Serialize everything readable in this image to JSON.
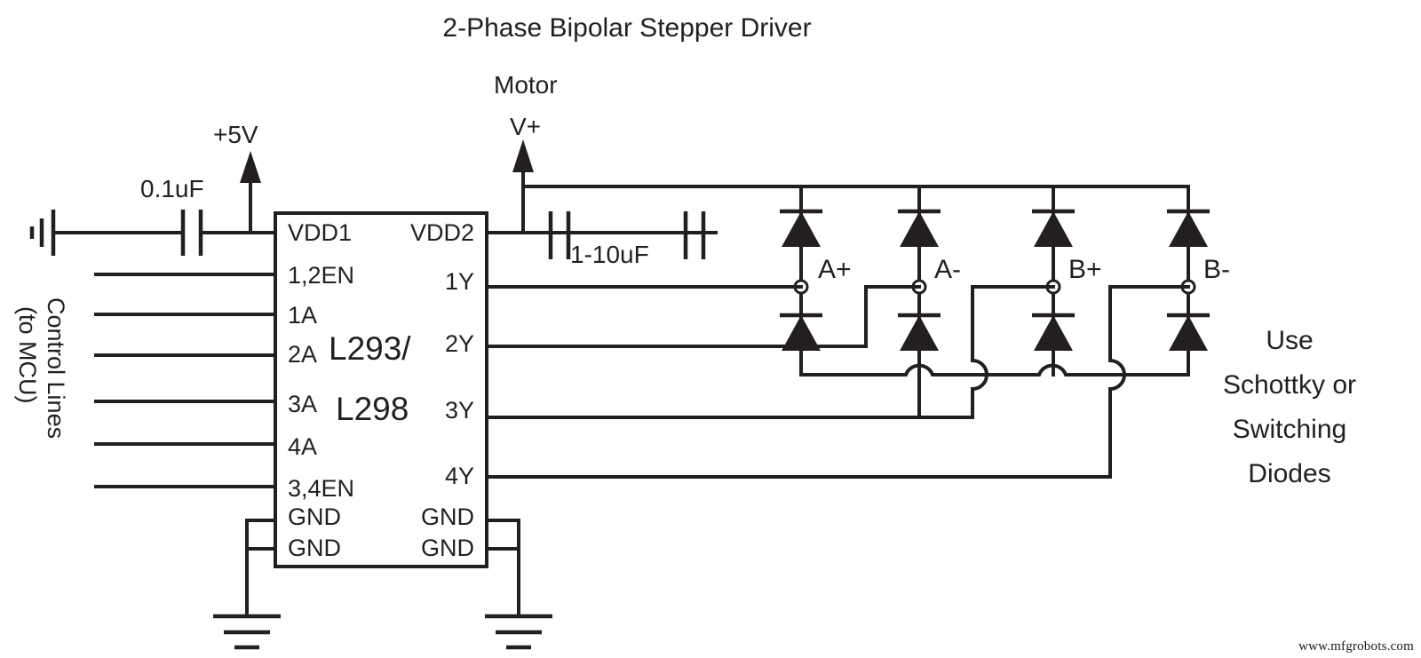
{
  "title": "2-Phase Bipolar Stepper Driver",
  "watermark": "www.mfgrobots.com",
  "chip": {
    "name_line1": "L293/",
    "name_line2": "L298",
    "left_pins": [
      "VDD1",
      "1,2EN",
      "1A",
      "2A",
      "3A",
      "4A",
      "3,4EN",
      "GND",
      "GND"
    ],
    "right_pins": [
      "VDD2",
      "1Y",
      "2Y",
      "3Y",
      "4Y",
      "GND",
      "GND"
    ]
  },
  "labels": {
    "supply_5v": "+5V",
    "cap_bypass": "0.1uF",
    "motor_line1": "Motor",
    "motor_line2": "V+",
    "cap_bulk": "1-10uF",
    "control_lines": "Control Lines",
    "control_lines_sub": "(to MCU)"
  },
  "motor_terminals": [
    "A+",
    "A-",
    "B+",
    "B-"
  ],
  "note": {
    "line1": "Use",
    "line2": "Schottky or",
    "line3": "Switching",
    "line4": "Diodes"
  },
  "colors": {
    "ink": "#231f20",
    "paper": "#ffffff"
  }
}
